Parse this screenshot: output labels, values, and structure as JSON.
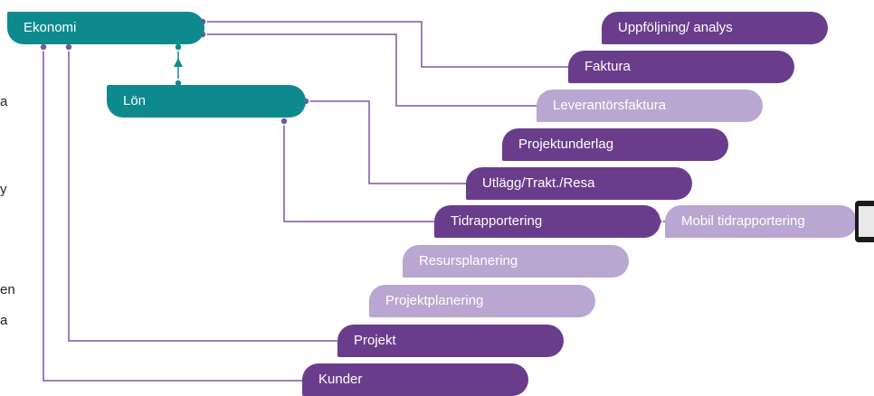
{
  "colors": {
    "primary_purple": "#6a3d8c",
    "light_purple": "#b9a7d1",
    "teal": "#0e8a8f",
    "connector": "#7b55a0"
  },
  "nodes": {
    "ekonomi": "Ekonomi",
    "lon": "Lön",
    "uppfoljning": "Uppföljning/ analys",
    "faktura": "Faktura",
    "leverantorsfaktura": "Leverantörsfaktura",
    "projektunderlag": "Projektunderlag",
    "utlagg": "Utlägg/Trakt./Resa",
    "tidrapportering": "Tidrapportering",
    "mobil_tidrapportering": "Mobil tidrapportering",
    "resursplanering": "Resursplanering",
    "projektplanering": "Projektplanering",
    "projekt": "Projekt",
    "kunder": "Kunder"
  },
  "left_edge_text": [
    "a",
    "y",
    "en",
    "a"
  ],
  "icons": {
    "device": "tablet-icon"
  }
}
